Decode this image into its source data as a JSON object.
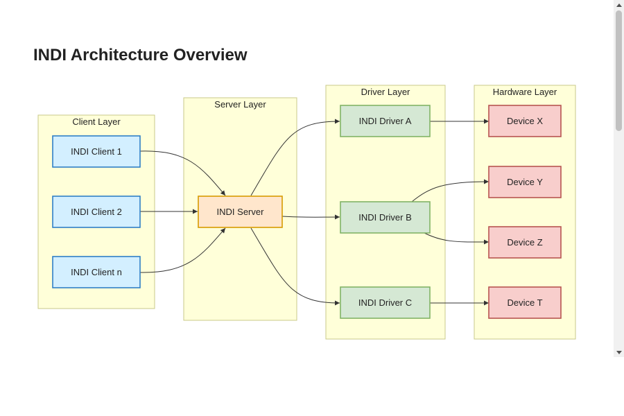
{
  "title": "INDI Architecture Overview",
  "colors": {
    "group_fill": "#ffffd9",
    "group_stroke": "#c8c88a",
    "client_fill": "#d3efff",
    "client_stroke": "#2f7fc6",
    "server_fill": "#ffe6cc",
    "server_stroke": "#d79b00",
    "driver_fill": "#d5e8d4",
    "driver_stroke": "#82b366",
    "device_fill": "#f8cecc",
    "device_stroke": "#b85450",
    "edge": "#333333"
  },
  "groups": [
    {
      "id": "client-layer",
      "label": "Client Layer"
    },
    {
      "id": "server-layer",
      "label": "Server Layer"
    },
    {
      "id": "driver-layer",
      "label": "Driver Layer"
    },
    {
      "id": "hardware-layer",
      "label": "Hardware Layer"
    }
  ],
  "nodes": [
    {
      "id": "client-1",
      "label": "INDI Client 1",
      "kind": "client"
    },
    {
      "id": "client-2",
      "label": "INDI Client 2",
      "kind": "client"
    },
    {
      "id": "client-n",
      "label": "INDI Client n",
      "kind": "client"
    },
    {
      "id": "server",
      "label": "INDI Server",
      "kind": "server"
    },
    {
      "id": "driver-a",
      "label": "INDI Driver A",
      "kind": "driver"
    },
    {
      "id": "driver-b",
      "label": "INDI Driver B",
      "kind": "driver"
    },
    {
      "id": "driver-c",
      "label": "INDI Driver C",
      "kind": "driver"
    },
    {
      "id": "device-x",
      "label": "Device X",
      "kind": "device"
    },
    {
      "id": "device-y",
      "label": "Device Y",
      "kind": "device"
    },
    {
      "id": "device-z",
      "label": "Device Z",
      "kind": "device"
    },
    {
      "id": "device-t",
      "label": "Device T",
      "kind": "device"
    }
  ],
  "edges": [
    {
      "from": "client-1",
      "to": "server"
    },
    {
      "from": "client-2",
      "to": "server"
    },
    {
      "from": "client-n",
      "to": "server"
    },
    {
      "from": "server",
      "to": "driver-a"
    },
    {
      "from": "server",
      "to": "driver-b"
    },
    {
      "from": "server",
      "to": "driver-c"
    },
    {
      "from": "driver-a",
      "to": "device-x"
    },
    {
      "from": "driver-b",
      "to": "device-y"
    },
    {
      "from": "driver-b",
      "to": "device-z"
    },
    {
      "from": "driver-c",
      "to": "device-t"
    }
  ]
}
